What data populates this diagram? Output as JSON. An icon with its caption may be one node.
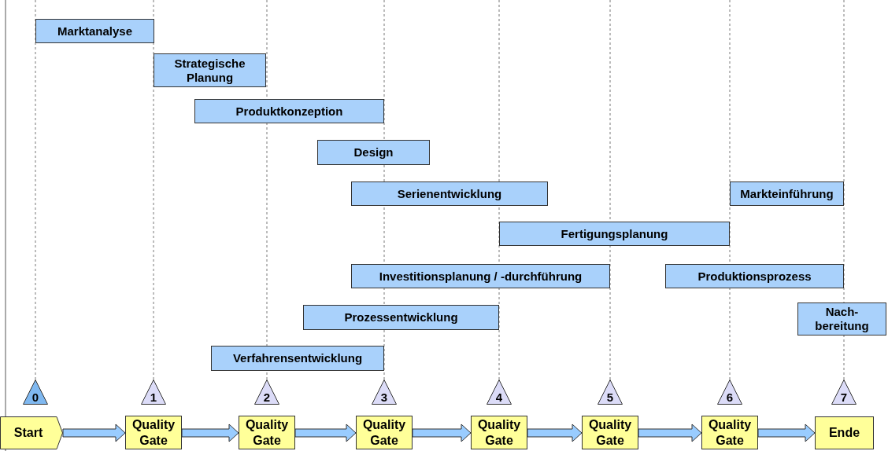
{
  "diagram": {
    "nodes": [
      {
        "text": [
          "Marktanalyse"
        ]
      },
      {
        "text": [
          "Strategische Planung"
        ]
      },
      {
        "text": [
          "Produktkonzeption"
        ]
      },
      {
        "text": [
          "Design"
        ]
      },
      {
        "text": [
          "Serienentwicklung"
        ]
      },
      {
        "text": [
          "Markteinführung"
        ]
      },
      {
        "text": [
          "Fertigungsplanung"
        ]
      },
      {
        "text": [
          "Investitionsplanung / -durchführung"
        ]
      },
      {
        "text": [
          "Produktionsprozess"
        ]
      },
      {
        "text": [
          "Prozessentwicklung"
        ]
      },
      {
        "text": [
          "Nach- bereitung"
        ]
      },
      {
        "text": [
          "Verfahrensentwicklung"
        ]
      },
      {
        "text": [
          "0"
        ]
      },
      {
        "text": [
          "1"
        ]
      },
      {
        "text": [
          "2"
        ]
      },
      {
        "text": [
          "3"
        ]
      },
      {
        "text": [
          "4"
        ]
      },
      {
        "text": [
          "5"
        ]
      },
      {
        "text": [
          "6"
        ]
      },
      {
        "text": [
          "7"
        ]
      },
      {
        "text": [
          "Start"
        ]
      },
      {
        "text": [
          "Quality Gate"
        ]
      },
      {
        "text": [
          "Quality Gate"
        ]
      },
      {
        "text": [
          "Quality Gate"
        ]
      },
      {
        "text": [
          "Quality Gate"
        ]
      },
      {
        "text": [
          "Quality Gate"
        ]
      },
      {
        "text": [
          "Quality Gate"
        ]
      },
      {
        "text": [
          "Ende"
        ]
      }
    ],
    "edges": [
      {
        "from": 20,
        "to": 21,
        "arrow": "to"
      },
      {
        "from": 21,
        "to": 22,
        "arrow": "to"
      },
      {
        "from": 22,
        "to": 23,
        "arrow": "to"
      },
      {
        "from": 23,
        "to": 24,
        "arrow": "to"
      },
      {
        "from": 24,
        "to": 25,
        "arrow": "to"
      },
      {
        "from": 25,
        "to": 26,
        "arrow": "to"
      },
      {
        "from": 26,
        "to": 27,
        "arrow": "to"
      }
    ]
  }
}
